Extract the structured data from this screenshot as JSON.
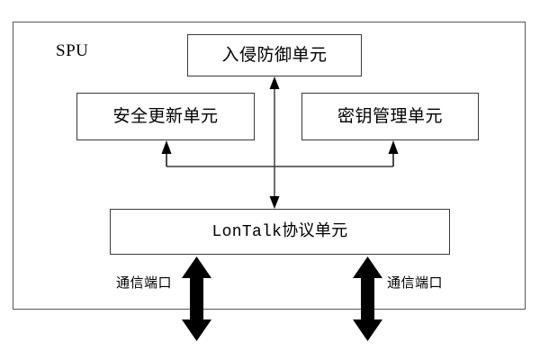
{
  "diagram": {
    "title": "SPU",
    "container_label": "SPU",
    "boxes": [
      {
        "id": "intrusion-prevention-unit",
        "label": "入侵防御单元"
      },
      {
        "id": "security-update-unit",
        "label": "安全更新单元"
      },
      {
        "id": "key-management-unit",
        "label": "密钥管理单元"
      },
      {
        "id": "lontalk-protocol-unit",
        "label": "LonTalk协议单元"
      }
    ],
    "port_labels": [
      {
        "id": "communication-port-left",
        "label": "通信端口"
      },
      {
        "id": "communication-port-right",
        "label": "通信端口"
      }
    ],
    "connectors": [
      {
        "id": "lontalk-to-intrusion",
        "from": "lontalk-protocol-unit",
        "to": "intrusion-prevention-unit",
        "style": "double-headed-vertical"
      },
      {
        "id": "bus-to-security-update",
        "from": "bus",
        "to": "security-update-unit",
        "style": "arrow-up"
      },
      {
        "id": "bus-to-key-management",
        "from": "bus",
        "to": "key-management-unit",
        "style": "arrow-up"
      }
    ],
    "colors": {
      "border": "#3a3a3c",
      "container_border": "#58585a",
      "line": "#4a4a4c",
      "thick_arrow": "#000000",
      "text": "#000000",
      "background": "#ffffff"
    }
  }
}
